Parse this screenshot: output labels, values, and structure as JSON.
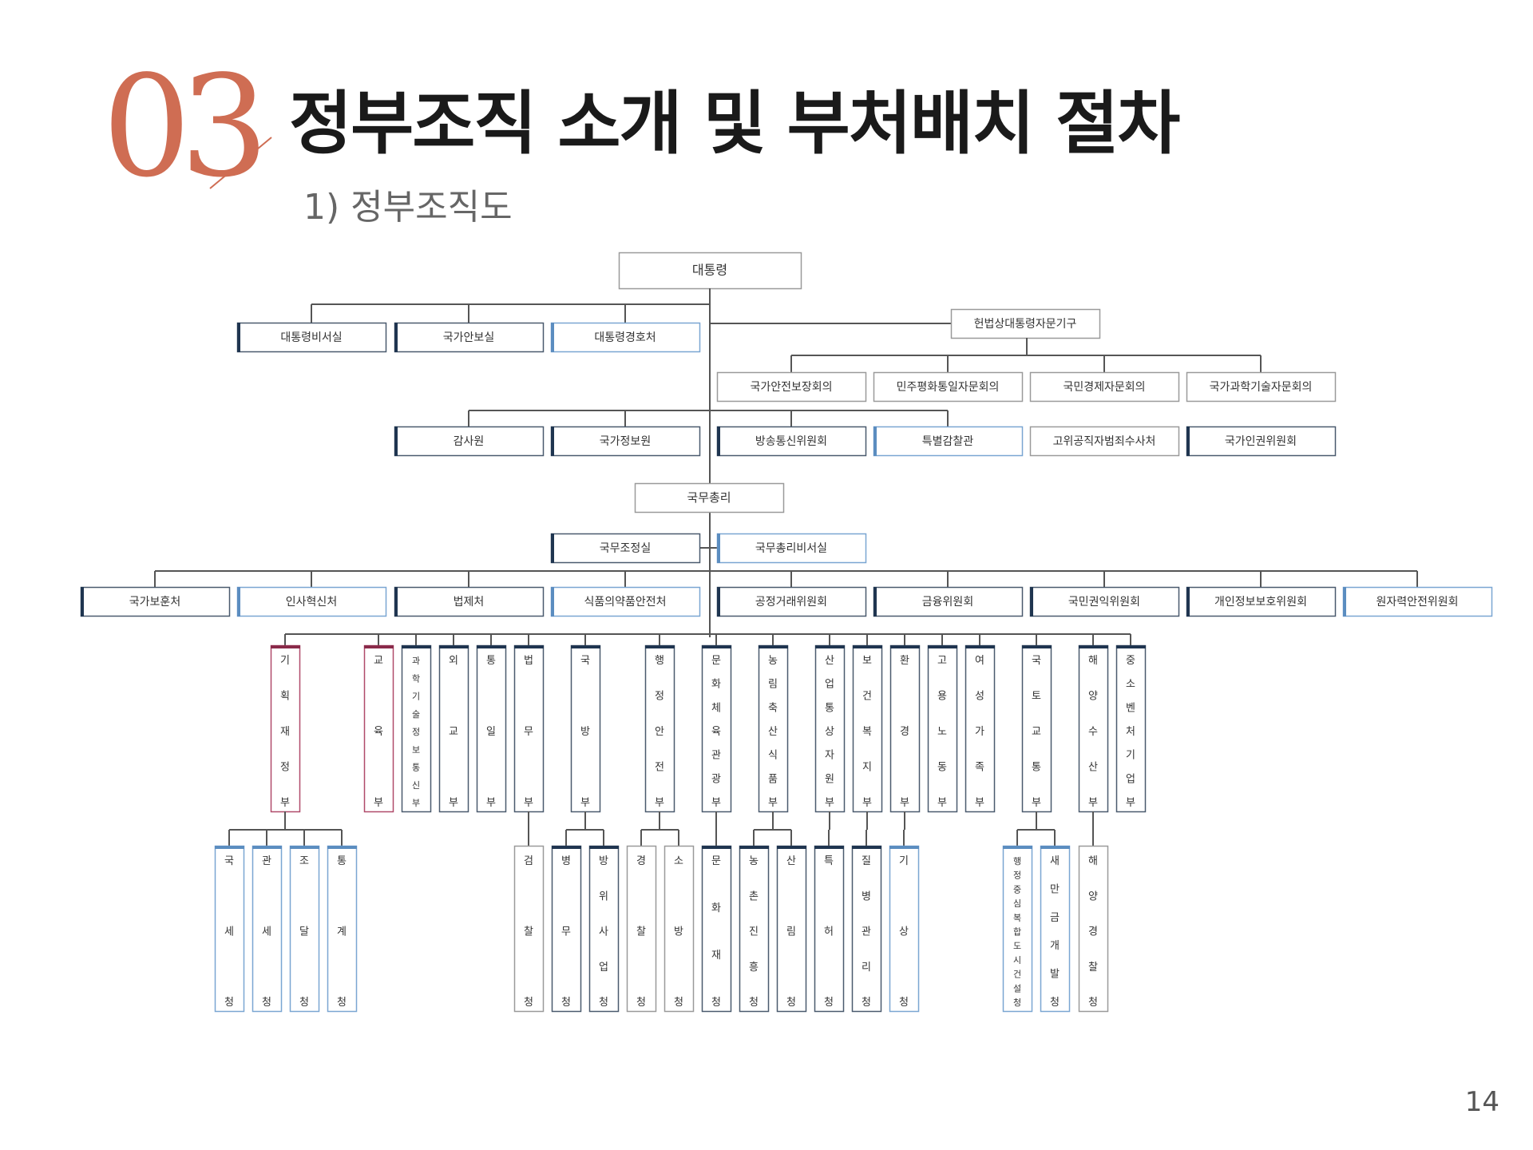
{
  "header": {
    "section_number": "03",
    "title": "정부조직 소개 및 부처배치 절차",
    "subtitle": "1) 정부조직도"
  },
  "page_number": "14",
  "org": {
    "root": "대통령",
    "president_offices": [
      {
        "label": "대통령비서실",
        "accent": "navy"
      },
      {
        "label": "국가안보실",
        "accent": "navy"
      },
      {
        "label": "대통령경호처",
        "accent": "blue"
      }
    ],
    "advisory_parent": "헌법상대통령자문기구",
    "advisory": [
      "국가안전보장회의",
      "민주평화통일자문회의",
      "국민경제자문회의",
      "국가과학기술자문회의"
    ],
    "independent_left": [
      {
        "label": "감사원",
        "accent": "navy"
      },
      {
        "label": "국가정보원",
        "accent": "navy"
      }
    ],
    "independent_right": [
      {
        "label": "방송통신위원회",
        "accent": "navy"
      },
      {
        "label": "특별감찰관",
        "accent": "blue"
      },
      {
        "label": "고위공직자범죄수사처",
        "accent": "none"
      },
      {
        "label": "국가인권위원회",
        "accent": "navy"
      }
    ],
    "prime_minister": "국무총리",
    "pm_offices": [
      {
        "label": "국무조정실",
        "accent": "navy"
      },
      {
        "label": "국무총리비서실",
        "accent": "blue"
      }
    ],
    "pm_agencies_left": [
      {
        "label": "국가보훈처",
        "accent": "navy"
      },
      {
        "label": "인사혁신처",
        "accent": "blue"
      },
      {
        "label": "법제처",
        "accent": "navy"
      },
      {
        "label": "식품의약품안전처",
        "accent": "blue"
      }
    ],
    "pm_agencies_right": [
      {
        "label": "공정거래위원회",
        "accent": "navy"
      },
      {
        "label": "금융위원회",
        "accent": "navy"
      },
      {
        "label": "국민권익위원회",
        "accent": "navy"
      },
      {
        "label": "개인정보보호위원회",
        "accent": "navy"
      },
      {
        "label": "원자력안전위원회",
        "accent": "blue"
      }
    ],
    "ministries": [
      {
        "label": "기획재정부",
        "accent": "maroon",
        "agencies": [
          {
            "label": "국세청",
            "accent": "blue"
          },
          {
            "label": "관세청",
            "accent": "blue"
          },
          {
            "label": "조달청",
            "accent": "blue"
          },
          {
            "label": "통계청",
            "accent": "blue"
          }
        ]
      },
      {
        "label": "교육부",
        "accent": "maroon",
        "agencies": []
      },
      {
        "label": "과학기술정보통신부",
        "accent": "navy",
        "agencies": []
      },
      {
        "label": "외교부",
        "accent": "navy",
        "agencies": []
      },
      {
        "label": "통일부",
        "accent": "navy",
        "agencies": []
      },
      {
        "label": "법무부",
        "accent": "navy",
        "agencies": [
          {
            "label": "검찰청",
            "accent": "none"
          }
        ]
      },
      {
        "label": "국방부",
        "accent": "navy",
        "agencies": [
          {
            "label": "병무청",
            "accent": "navy"
          },
          {
            "label": "방위사업청",
            "accent": "navy"
          }
        ]
      },
      {
        "label": "행정안전부",
        "accent": "navy",
        "agencies": [
          {
            "label": "경찰청",
            "accent": "none"
          },
          {
            "label": "소방청",
            "accent": "none"
          }
        ]
      },
      {
        "label": "문화체육관광부",
        "accent": "navy",
        "agencies": [
          {
            "label": "문화재청",
            "accent": "navy"
          }
        ]
      },
      {
        "label": "농림축산식품부",
        "accent": "navy",
        "agencies": [
          {
            "label": "농촌진흥청",
            "accent": "navy"
          },
          {
            "label": "산림청",
            "accent": "navy"
          }
        ]
      },
      {
        "label": "산업통상자원부",
        "accent": "navy",
        "agencies": [
          {
            "label": "특허청",
            "accent": "navy"
          }
        ]
      },
      {
        "label": "보건복지부",
        "accent": "navy",
        "agencies": [
          {
            "label": "질병관리청",
            "accent": "navy"
          }
        ]
      },
      {
        "label": "환경부",
        "accent": "navy",
        "agencies": [
          {
            "label": "기상청",
            "accent": "blue"
          }
        ]
      },
      {
        "label": "고용노동부",
        "accent": "navy",
        "agencies": []
      },
      {
        "label": "여성가족부",
        "accent": "navy",
        "agencies": []
      },
      {
        "label": "국토교통부",
        "accent": "navy",
        "agencies": [
          {
            "label": "행정중심복합도시건설청",
            "accent": "blue"
          },
          {
            "label": "새만금개발청",
            "accent": "blue"
          }
        ]
      },
      {
        "label": "해양수산부",
        "accent": "navy",
        "agencies": [
          {
            "label": "해양경찰청",
            "accent": "none"
          }
        ]
      },
      {
        "label": "중소벤처기업부",
        "accent": "navy",
        "agencies": []
      }
    ]
  }
}
